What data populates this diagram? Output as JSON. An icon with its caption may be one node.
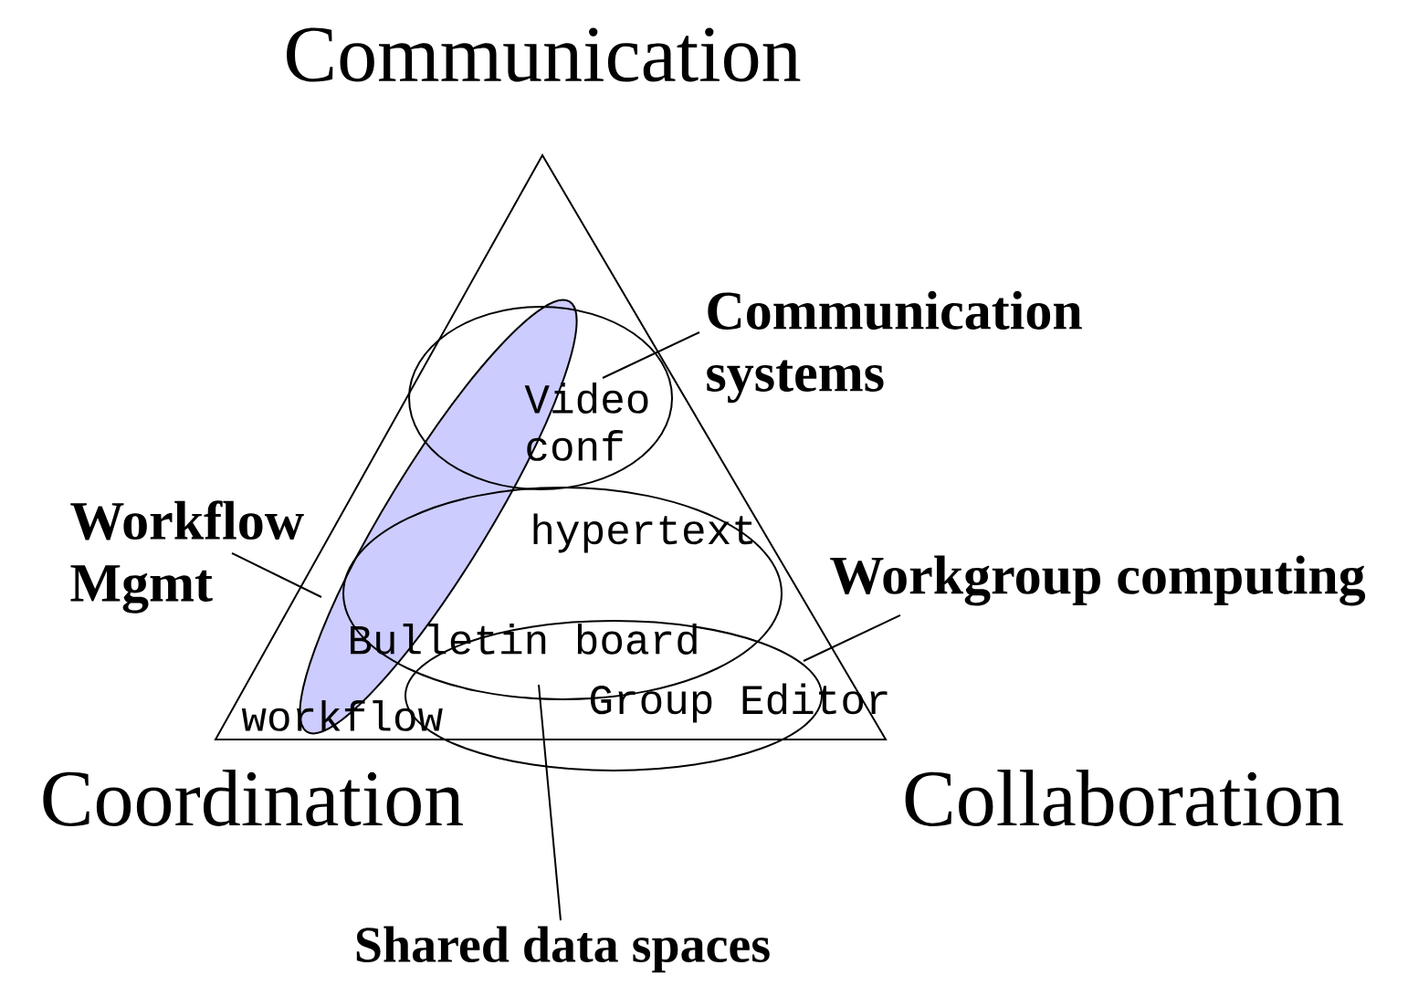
{
  "diagram": {
    "nodes": [
      {
        "text": [
          "Communication systems"
        ]
      },
      {
        "text": [],
        "shape": "ellipse"
      },
      {
        "text": [],
        "shape": "ellipse"
      },
      {
        "text": [
          "Workflow Mgmt"
        ]
      },
      {
        "text": [],
        "shape": "ellipse"
      },
      {
        "text": [
          "Workgroup computing"
        ]
      },
      {
        "text": [],
        "shape": "ellipse"
      },
      {
        "text": [
          "Shared data spaces"
        ]
      }
    ],
    "edges": [
      {
        "from": 0,
        "to": 1,
        "arrow": "none"
      },
      {
        "from": 3,
        "to": 2,
        "arrow": "none"
      },
      {
        "from": 5,
        "to": 6,
        "arrow": "none"
      },
      {
        "from": 7,
        "to": 4,
        "arrow": "none"
      }
    ],
    "labels": [
      "Communication",
      "Video conf",
      "hypertext",
      "Bulletin board",
      "workflow",
      "Group Editor",
      "Coordination",
      "Collaboration"
    ]
  }
}
